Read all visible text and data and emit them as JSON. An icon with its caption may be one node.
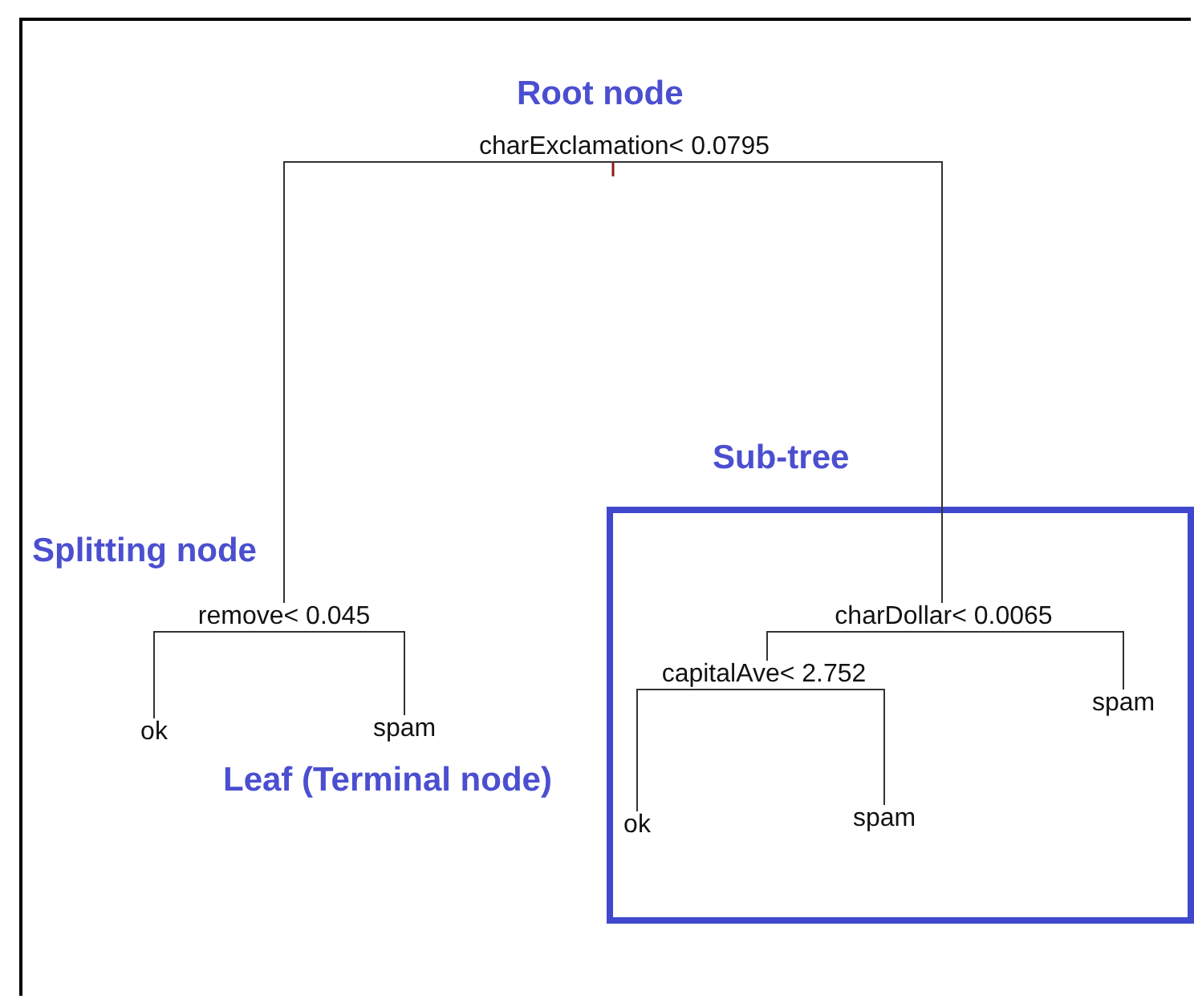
{
  "diagram": {
    "nodes": [
      {
        "text": [
          "charExclamation< 0.0795"
        ]
      },
      {
        "text": [
          "remove< 0.045"
        ]
      },
      {
        "text": [
          "ok"
        ]
      },
      {
        "text": [
          "spam"
        ]
      },
      {
        "text": [
          "Sub-tree"
        ]
      },
      {
        "text": [
          "charDollar< 0.0065"
        ],
        "in": 4
      },
      {
        "text": [
          "capitalAve< 2.752"
        ],
        "in": 4
      },
      {
        "text": [
          "ok"
        ],
        "in": 4
      },
      {
        "text": [
          "spam"
        ],
        "in": 4
      },
      {
        "text": [
          "spam"
        ],
        "in": 4
      }
    ],
    "edges": [
      {
        "from": 0,
        "to": 1,
        "arrow": "none"
      },
      {
        "from": 0,
        "to": 5,
        "arrow": "none"
      },
      {
        "from": 1,
        "to": 2,
        "arrow": "none"
      },
      {
        "from": 1,
        "to": 3,
        "arrow": "none"
      },
      {
        "from": 5,
        "to": 6,
        "arrow": "none"
      },
      {
        "from": 5,
        "to": 9,
        "arrow": "none"
      },
      {
        "from": 6,
        "to": 7,
        "arrow": "none"
      },
      {
        "from": 6,
        "to": 8,
        "arrow": "none"
      }
    ],
    "labels": [
      "Root node",
      "Splitting node",
      "Leaf (Terminal node)"
    ]
  }
}
